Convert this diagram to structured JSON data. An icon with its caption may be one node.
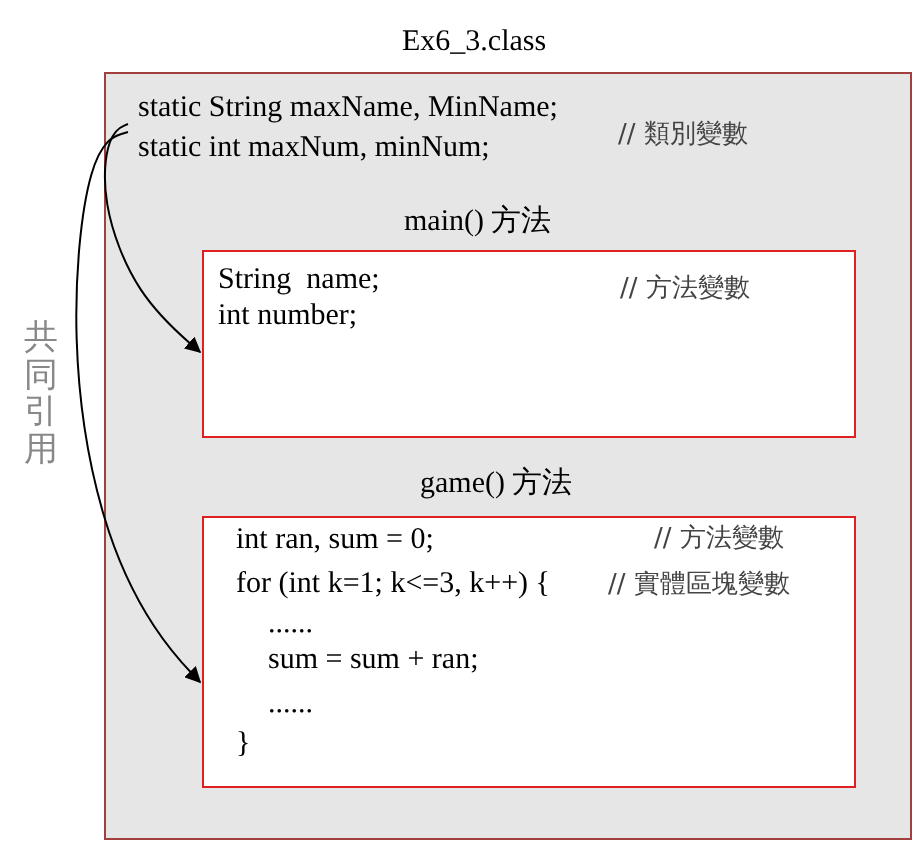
{
  "diagram": {
    "nodes": [
      {
        "text": [
          "Ex6_3.class",
          "// 類別變數"
        ]
      },
      {
        "text": [
          "static String maxName, MinName;",
          "static int maxNum, minNum;"
        ],
        "in": 0
      },
      {
        "text": [
          "main() 方法",
          "String  name;",
          "int number;",
          "// 方法變數"
        ],
        "in": 0
      },
      {
        "text": [
          "game() 方法",
          "int ran, sum = 0;",
          "for (int k=1; k<=3, k++) {",
          "......",
          "sum = sum + ran;",
          "......",
          "}",
          "// 方法變數",
          "// 實體區塊變數"
        ],
        "in": 0
      }
    ],
    "edges": [
      {
        "from": 1,
        "to": 2,
        "arrow": "to"
      },
      {
        "from": 1,
        "to": 3,
        "arrow": "to"
      }
    ],
    "labels": [
      "共同引用"
    ]
  }
}
